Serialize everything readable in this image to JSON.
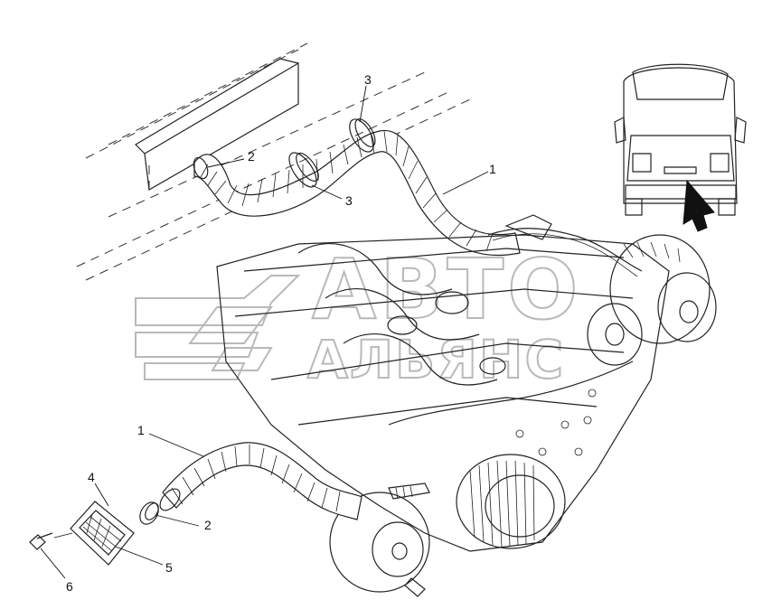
{
  "callouts": [
    {
      "id": "c1a",
      "text": "1"
    },
    {
      "id": "c1b",
      "text": "1"
    },
    {
      "id": "c2a",
      "text": "2"
    },
    {
      "id": "c2b",
      "text": "2"
    },
    {
      "id": "c3a",
      "text": "3"
    },
    {
      "id": "c3b",
      "text": "3"
    },
    {
      "id": "c4",
      "text": "4"
    },
    {
      "id": "c5",
      "text": "5"
    },
    {
      "id": "c6",
      "text": "6"
    }
  ],
  "watermark": {
    "line1": "АВТО",
    "line2": "АЛЬЯНС"
  },
  "bus_badge": "",
  "colors": {
    "ink": "#222222",
    "watermark": "#b9b9b9",
    "background": "#ffffff",
    "arrow": "#111111"
  }
}
